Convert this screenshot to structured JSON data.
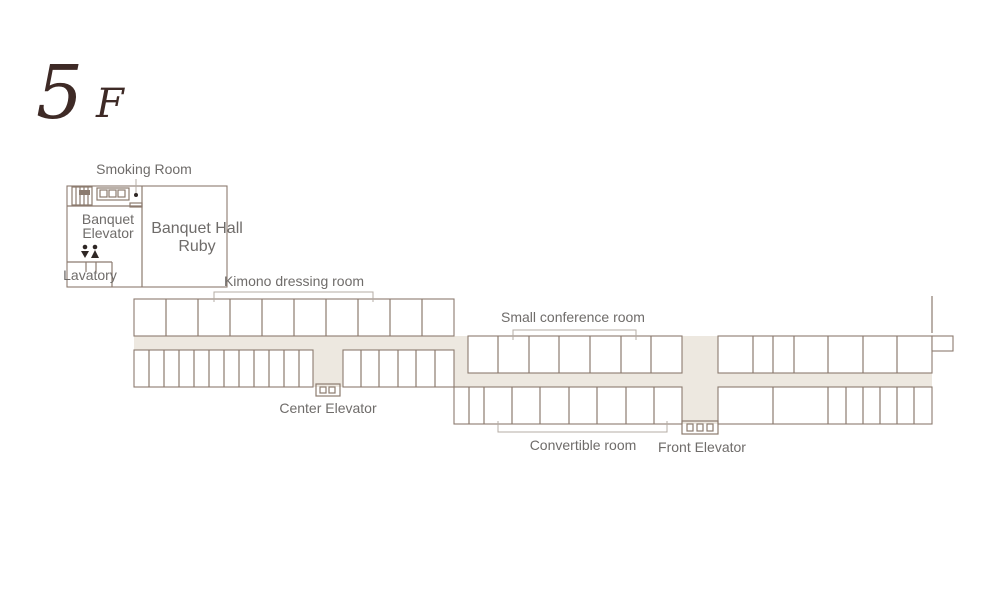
{
  "floor": {
    "number": "5",
    "letter": "F"
  },
  "rooms": {
    "smoking_room": "Smoking Room",
    "banquet_elevator_line1": "Banquet",
    "banquet_elevator_line2": "Elevator",
    "banquet_hall_line1": "Banquet Hall",
    "banquet_hall_line2": "Ruby",
    "lavatory": "Lavatory",
    "kimono_dressing_room": "Kimono dressing room",
    "small_conference_room": "Small conference room",
    "center_elevator": "Center Elevator",
    "convertible_room": "Convertible room",
    "front_elevator": "Front Elevator"
  },
  "icons": {
    "restroom": "restroom-icon",
    "elevator": "elevator-icon",
    "stairs": "stairs-icon"
  },
  "colors": {
    "floor_number": "#3e2a26",
    "wall": "#8c7b6f",
    "corridor": "#ede8e0",
    "label": "#6f6c6a"
  }
}
